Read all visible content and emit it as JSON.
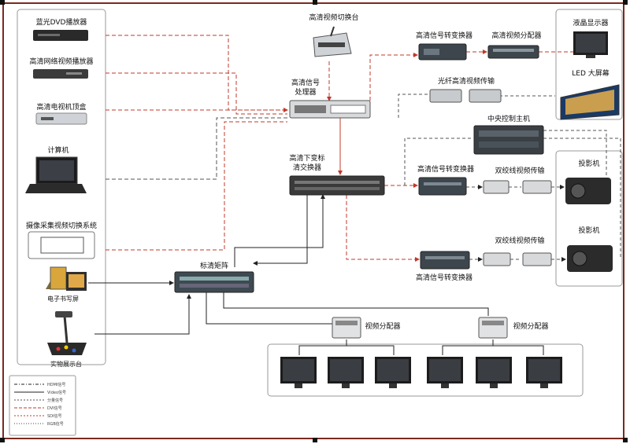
{
  "labels": {
    "bluray_dvd": "蓝光DVD播放器",
    "hd_net_player": "高清网络视频播放器",
    "hd_tv_box": "高清电视机顶盒",
    "computer": "计算机",
    "camera_system": "摄像采集视频切换系统",
    "e_whiteboard": "电子书写屏",
    "visualizer": "实物展示台",
    "hd_switcher": "高清视频切换台",
    "hd_processor_1": "高清信号",
    "hd_processor_2": "处理器",
    "hd_downconv_1": "高清下变标",
    "hd_downconv_2": "清交换器",
    "hd_converter_top": "高清信号转变换器",
    "hd_distributor": "高清视频分配器",
    "fiber_transport": "光纤高清视频传输",
    "lcd_display": "液晶显示器",
    "led_screen": "LED 大屏幕",
    "central_control": "中央控制主机",
    "hd_converter_mid": "高清信号转变换器",
    "twisted_pair_1": "双绞线视频传输",
    "projector_1": "投影机",
    "twisted_pair_2": "双绞线视频传输",
    "projector_2": "投影机",
    "hd_converter_bot": "高清信号转变换器",
    "sd_matrix": "标清矩阵",
    "video_dist_1": "视频分配器",
    "video_dist_2": "视频分配器"
  },
  "legend": [
    {
      "text": "HDMI信号",
      "color": "#222222"
    },
    {
      "text": "Video信号",
      "color": "#222222"
    },
    {
      "text": "分量信号",
      "color": "#555555"
    },
    {
      "text": "DVI信号",
      "color": "#c0392b"
    },
    {
      "text": "SDI信号",
      "color": "#c0392b"
    },
    {
      "text": "RGB信号",
      "color": "#444444"
    }
  ],
  "colors": {
    "frame": "#7a2a1e",
    "signal_red": "#c0392b",
    "signal_dark": "#222222",
    "panel_border": "#9a9a9a"
  }
}
